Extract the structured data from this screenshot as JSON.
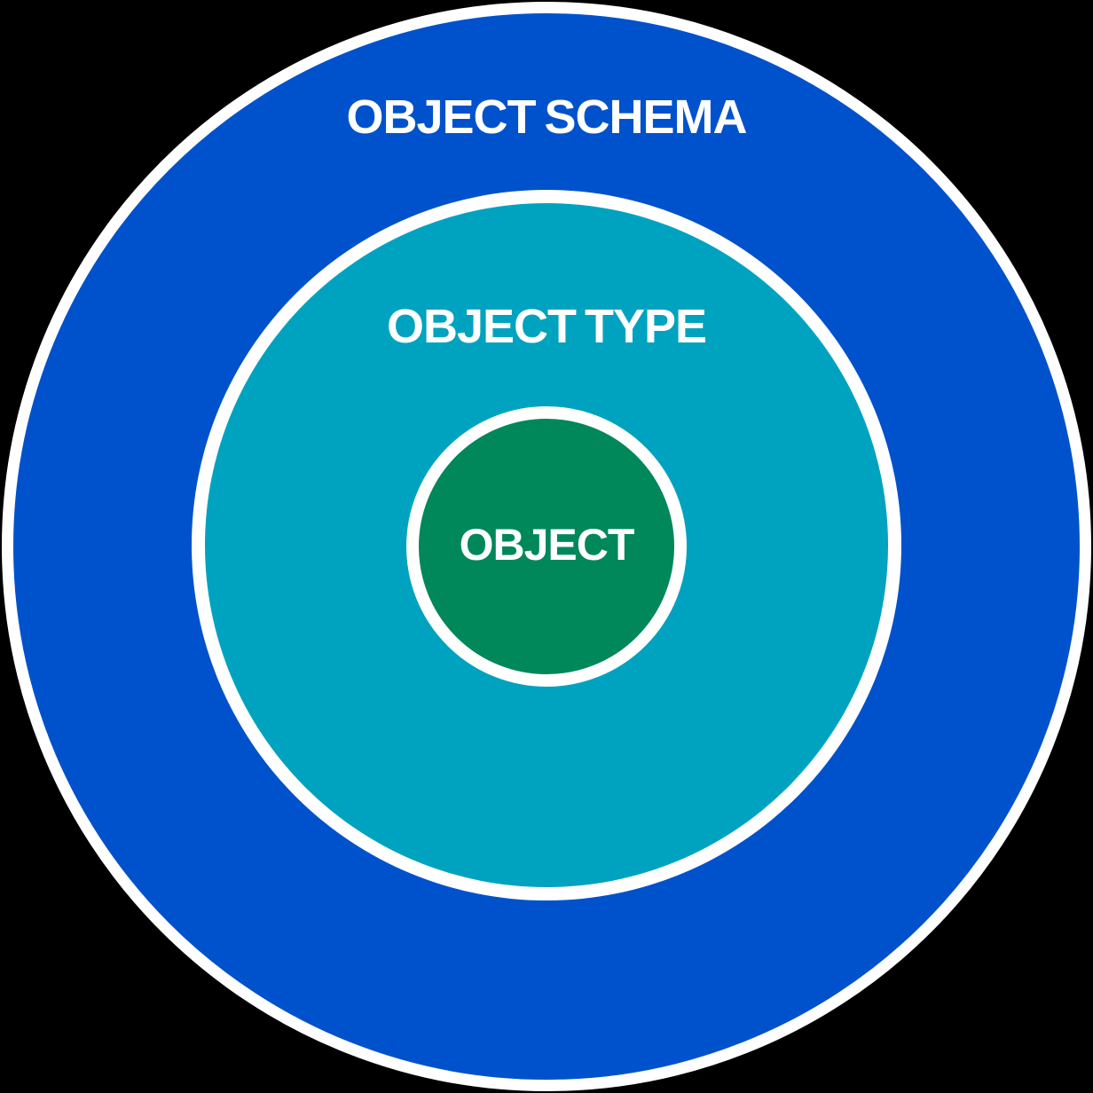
{
  "diagram": {
    "background_color": "#000000",
    "ring_border_color": "#ffffff",
    "label_text_color": "#ffffff",
    "rings": [
      {
        "name": "object-schema",
        "label": "OBJECT SCHEMA",
        "color": "#0052CC"
      },
      {
        "name": "object-type",
        "label": "OBJECT TYPE",
        "color": "#00A3BF"
      },
      {
        "name": "object",
        "label": "OBJECT",
        "color": "#00875A"
      }
    ]
  }
}
